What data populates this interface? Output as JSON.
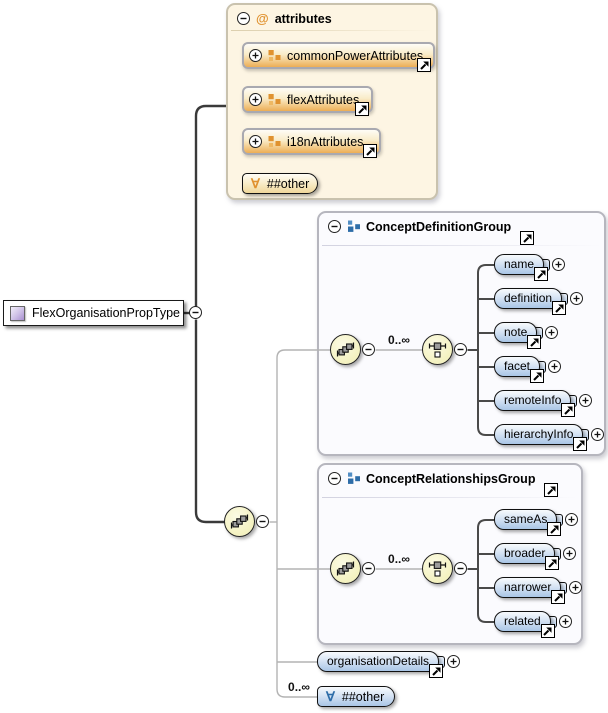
{
  "diagram": {
    "root": {
      "label": "FlexOrganisationPropType"
    },
    "attributes_panel": {
      "title": "attributes",
      "at_symbol": "@",
      "attribute_groups": [
        {
          "label": "commonPowerAttributes"
        },
        {
          "label": "flexAttributes"
        },
        {
          "label": "i18nAttributes"
        }
      ],
      "wildcard": {
        "label": "##other",
        "symbol": "∀"
      }
    },
    "groups": [
      {
        "title": "ConceptDefinitionGroup",
        "occurs": "0..∞",
        "elements": [
          {
            "label": "name"
          },
          {
            "label": "definition"
          },
          {
            "label": "note"
          },
          {
            "label": "facet"
          },
          {
            "label": "remoteInfo"
          },
          {
            "label": "hierarchyInfo"
          }
        ]
      },
      {
        "title": "ConceptRelationshipsGroup",
        "occurs": "0..∞",
        "elements": [
          {
            "label": "sameAs"
          },
          {
            "label": "broader"
          },
          {
            "label": "narrower"
          },
          {
            "label": "related"
          }
        ]
      }
    ],
    "organisation_details": {
      "label": "organisationDetails"
    },
    "bottom_wildcard": {
      "label": "##other",
      "symbol": "∀",
      "occurs": "0..∞"
    },
    "colors": {
      "element_gradient_top": "#f7fafd",
      "element_gradient_bottom": "#a9c5e6",
      "attribute_gradient_top": "#fefcf6",
      "attribute_gradient_bottom": "#edae55",
      "attributes_panel_bg": "#fdf5e3",
      "group_panel_bg": "#fbfbfe",
      "compositor_fill": "#f4f2c0",
      "accent_orange": "#e0922f",
      "accent_blue": "#2e6da8",
      "complextype_icon": "#a88fd0"
    }
  }
}
